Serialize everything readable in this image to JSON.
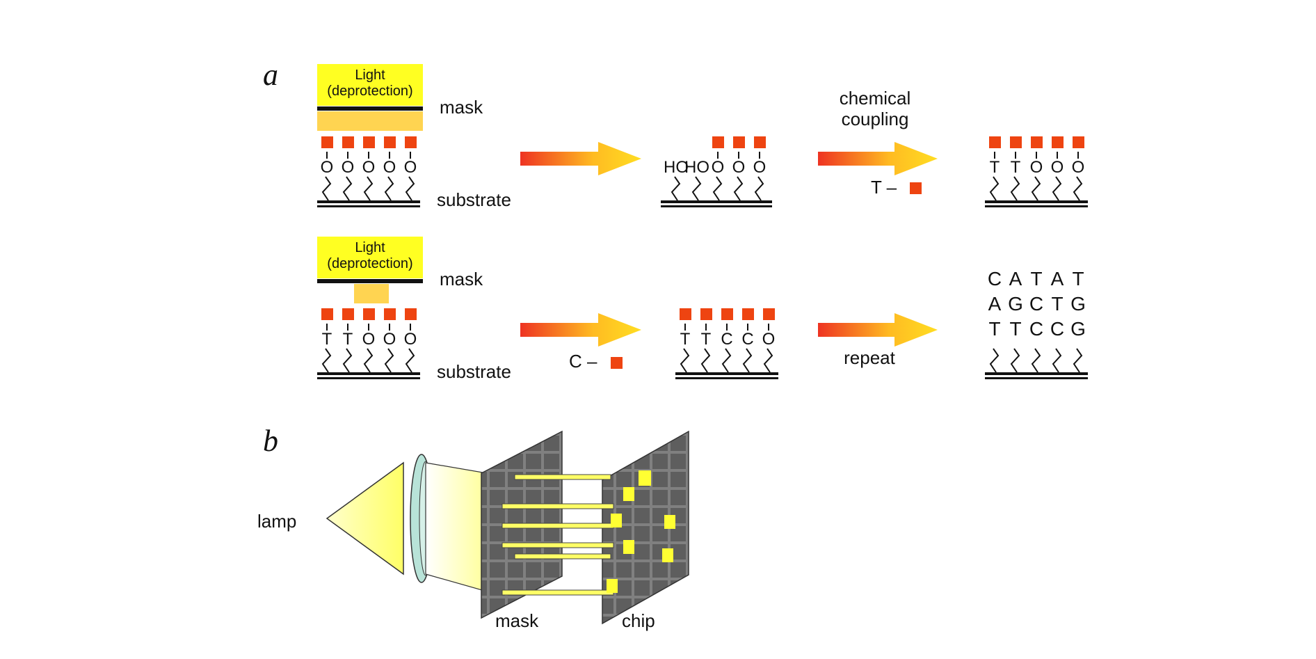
{
  "panel_a": {
    "label": "a",
    "light_title": "Light",
    "light_subtitle": "(deprotection)",
    "mask_label": "mask",
    "substrate_label": "substrate",
    "row1": {
      "initial_bases": [
        "O",
        "O",
        "O",
        "O",
        "O"
      ],
      "after_deprotect_prefix": [
        "HO",
        "HO"
      ],
      "after_deprotect_bases": [
        "O",
        "O",
        "O"
      ],
      "coupling_label_line1": "chemical",
      "coupling_label_line2": "coupling",
      "reagent_label": "T –",
      "result_bases": [
        "T",
        "T",
        "O",
        "O",
        "O"
      ]
    },
    "row2": {
      "initial_bases": [
        "T",
        "T",
        "O",
        "O",
        "O"
      ],
      "reagent_label": "C –",
      "result_bases": [
        "T",
        "T",
        "C",
        "C",
        "O"
      ],
      "repeat_label": "repeat",
      "final_sequences": [
        [
          "C",
          "A",
          "T",
          "A",
          "T"
        ],
        [
          "A",
          "G",
          "C",
          "T",
          "G"
        ],
        [
          "T",
          "T",
          "C",
          "C",
          "G"
        ]
      ]
    }
  },
  "panel_b": {
    "label": "b",
    "lamp_label": "lamp",
    "mask_label": "mask",
    "chip_label": "chip"
  },
  "colors": {
    "light_box": "#ffff22",
    "protect_group": "#ee4411",
    "arrow_start": "#ee3322",
    "arrow_end": "#ffcc22",
    "grid": "#7a7a7a",
    "highlight": "#ffff33"
  }
}
